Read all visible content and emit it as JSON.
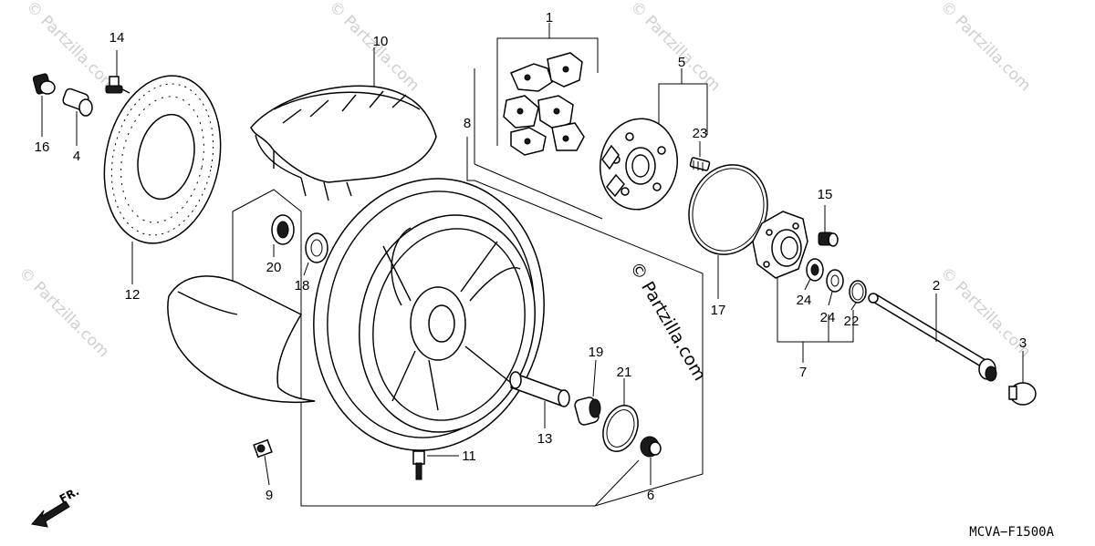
{
  "watermark": "© Partzilla.com",
  "copyright": "© Partzilla.com",
  "diagram_code": "MCVA−F1500A",
  "direction_label": "FR.",
  "callouts": {
    "c1": "1",
    "c2": "2",
    "c3": "3",
    "c4": "4",
    "c5": "5",
    "c6": "6",
    "c7": "7",
    "c8": "8",
    "c9": "9",
    "c10": "10",
    "c11": "11",
    "c12": "12",
    "c13": "13",
    "c14": "14",
    "c15": "15",
    "c16": "16",
    "c17": "17",
    "c18": "18",
    "c19": "19",
    "c20": "20",
    "c21": "21",
    "c22": "22",
    "c23": "23",
    "c24a": "24",
    "c24b": "24"
  }
}
